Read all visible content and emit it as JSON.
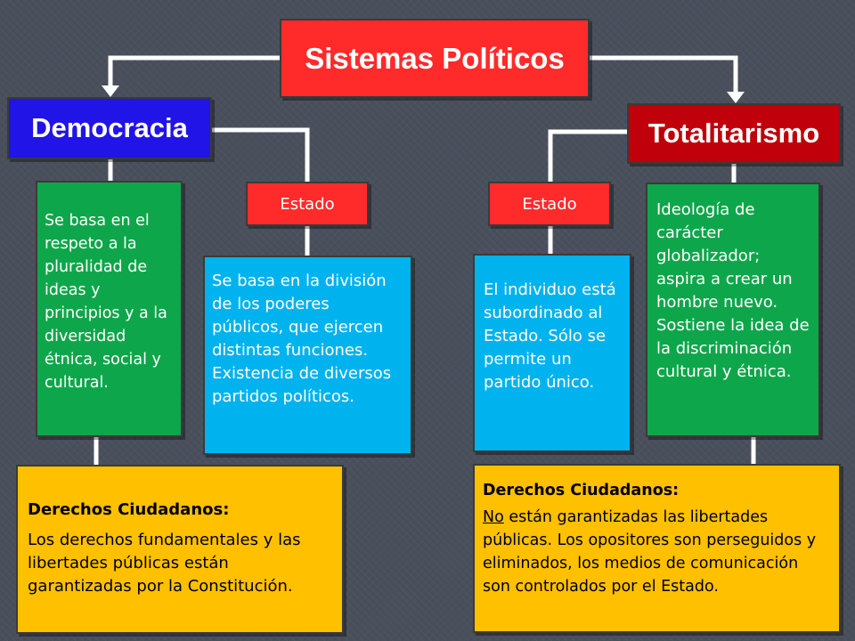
{
  "title": "Sistemas Políticos",
  "democracia": {
    "label": "Democracia",
    "description": "Se basa en el respeto a la pluralidad de ideas y principios y a la diversidad étnica, social y cultural.",
    "estado_label": "Estado",
    "estado_description": "Se basa en la división de los poderes públicos, que ejercen distintas funciones. Existencia de diversos partidos políticos.",
    "derechos_title": "Derechos Ciudadanos:",
    "derechos_text": "Los derechos fundamentales y las libertades públicas están garantizadas por la Constitución."
  },
  "totalitarismo": {
    "label": "Totalitarismo",
    "description": "Ideología de carácter globalizador; aspira a crear un hombre nuevo. Sostiene la idea de la discriminación cultural y étnica.",
    "estado_label": "Estado",
    "estado_description": "El individuo está subordinado al Estado. Sólo se permite un partido único.",
    "derechos_title": "Derechos Ciudadanos:",
    "derechos_underlined": "No",
    "derechos_text": " están garantizadas las libertades públicas. Los opositores son perseguidos y eliminados, los medios de comunicación son controlados por el Estado."
  },
  "colors": {
    "title_red": "#ff2a2a",
    "democracia_blue": "#2014e6",
    "totalitarismo_red": "#c0000a",
    "green": "#0ea64a",
    "light_blue": "#00b2ee",
    "yellow": "#ffc000",
    "background": "#4a4f5c"
  }
}
